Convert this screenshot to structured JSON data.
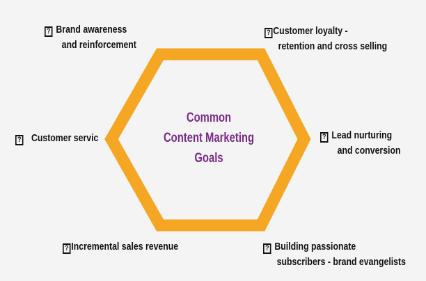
{
  "center": {
    "lines": [
      "Common",
      "Content Marketing",
      "Goals"
    ],
    "color": "#7a2a8a"
  },
  "hexagon": {
    "stroke_color": "#f5a623"
  },
  "goals": [
    {
      "icon": "question-box-icon",
      "lines": [
        "Brand awareness",
        "and reinforcement"
      ]
    },
    {
      "icon": "question-box-icon",
      "lines": [
        "Customer loyalty -",
        "retention and cross selling"
      ]
    },
    {
      "icon": "question-box-icon",
      "lines": [
        "Customer servic"
      ]
    },
    {
      "icon": "question-box-icon",
      "lines": [
        "Lead nurturing",
        "and conversion"
      ]
    },
    {
      "icon": "question-box-icon",
      "lines": [
        "Incremental sales revenue"
      ]
    },
    {
      "icon": "question-box-icon",
      "lines": [
        "Building passionate",
        "subscribers - brand evangelists"
      ]
    }
  ],
  "icon_glyph": "?"
}
